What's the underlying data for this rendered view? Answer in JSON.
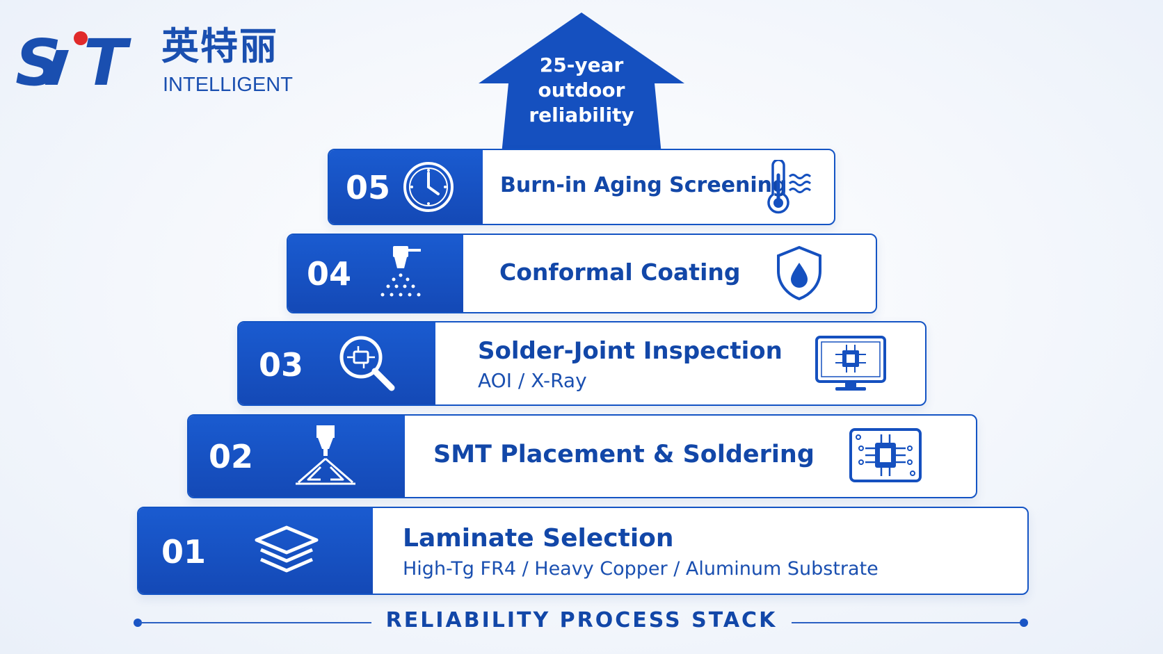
{
  "logo": {
    "mark": "SiT",
    "cn_name": "英特丽",
    "en_name": "INTELLIGENT"
  },
  "arrow": {
    "lines": [
      "25-year",
      "outdoor",
      "reliability"
    ]
  },
  "steps": [
    {
      "number": "01",
      "title": "Laminate Selection",
      "subtitle": "High-Tg FR4 / Heavy Copper / Aluminum Substrate",
      "icon": "layers-icon",
      "right_icon": ""
    },
    {
      "number": "02",
      "title": "SMT Placement & Soldering",
      "subtitle": "",
      "icon": "solder-nozzle-icon",
      "right_icon": "chip-board-icon"
    },
    {
      "number": "03",
      "title": "Solder-Joint Inspection",
      "subtitle": "AOI / X-Ray",
      "icon": "magnifier-chip-icon",
      "right_icon": "monitor-chip-icon"
    },
    {
      "number": "04",
      "title": "Conformal Coating",
      "subtitle": "",
      "icon": "spray-nozzle-icon",
      "right_icon": "shield-drop-icon"
    },
    {
      "number": "05",
      "title": "Burn-in Aging Screening",
      "subtitle": "",
      "icon": "clock-icon",
      "right_icon": "thermometer-heat-icon"
    }
  ],
  "footer": {
    "label": "RELIABILITY PROCESS STACK"
  },
  "colors": {
    "primary": "#1a5bd0",
    "dark": "#1247a8",
    "accent_red": "#e02a2a",
    "background": "#f4f7fc"
  }
}
